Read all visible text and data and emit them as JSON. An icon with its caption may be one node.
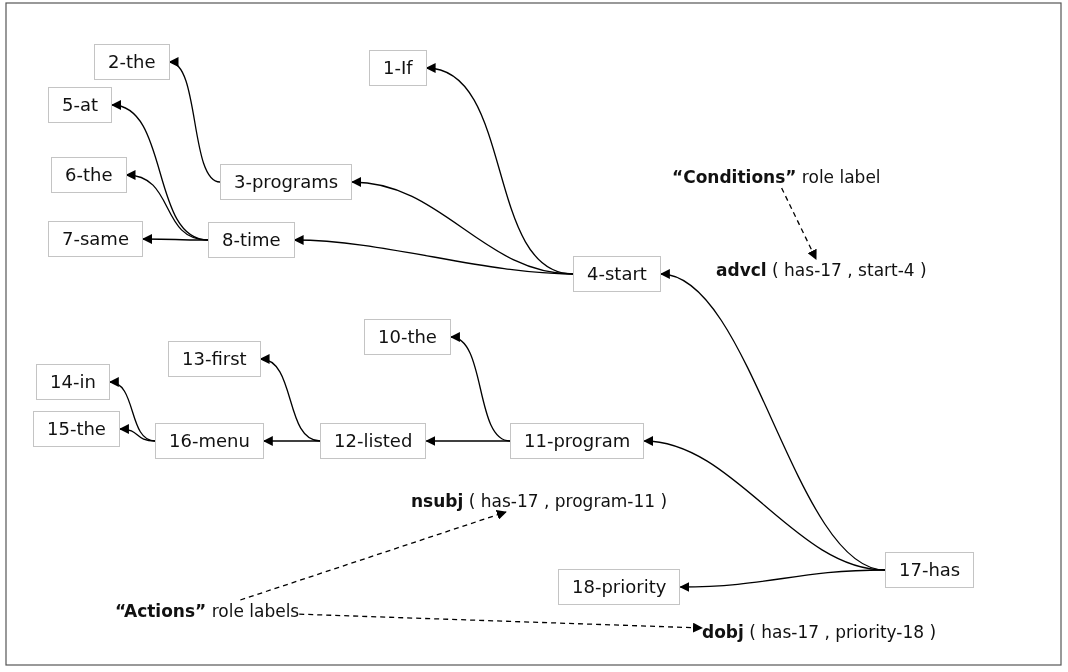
{
  "diagram": {
    "nodes": [
      {
        "text": [
          "2-the"
        ]
      },
      {
        "text": [
          "1-If"
        ]
      },
      {
        "text": [
          "5-at"
        ]
      },
      {
        "text": [
          "6-the"
        ]
      },
      {
        "text": [
          "3-programs"
        ]
      },
      {
        "text": [
          "**“Conditions”**  role label"
        ]
      },
      {
        "text": [
          "7-same"
        ]
      },
      {
        "text": [
          "8-time"
        ]
      },
      {
        "text": [
          "4-start"
        ]
      },
      {
        "text": [
          "**advcl** ( has-17 , start-4 )"
        ]
      },
      {
        "text": [
          "10-the"
        ]
      },
      {
        "text": [
          "13-first"
        ]
      },
      {
        "text": [
          "14-in"
        ]
      },
      {
        "text": [
          "15-the"
        ]
      },
      {
        "text": [
          "16-menu"
        ]
      },
      {
        "text": [
          "12-listed"
        ]
      },
      {
        "text": [
          "11-program"
        ]
      },
      {
        "text": [
          "**nsubj** ( has-17 , program-11 )"
        ]
      },
      {
        "text": [
          "17-has"
        ]
      },
      {
        "text": [
          "18-priority"
        ]
      },
      {
        "text": [
          "**“Actions”**  role labels"
        ]
      },
      {
        "text": [
          "**dobj** ( has-17 , priority-18 )"
        ]
      }
    ],
    "edges": [
      {
        "from": 8,
        "to": 1,
        "arrow": "to"
      },
      {
        "from": 8,
        "to": 4,
        "arrow": "to"
      },
      {
        "from": 8,
        "to": 7,
        "arrow": "to"
      },
      {
        "from": 4,
        "to": 0,
        "arrow": "to"
      },
      {
        "from": 7,
        "to": 2,
        "arrow": "to"
      },
      {
        "from": 7,
        "to": 3,
        "arrow": "to"
      },
      {
        "from": 7,
        "to": 6,
        "arrow": "to"
      },
      {
        "from": 18,
        "to": 8,
        "arrow": "to"
      },
      {
        "from": 18,
        "to": 16,
        "arrow": "to"
      },
      {
        "from": 18,
        "to": 19,
        "arrow": "to"
      },
      {
        "from": 16,
        "to": 10,
        "arrow": "to"
      },
      {
        "from": 16,
        "to": 15,
        "arrow": "to"
      },
      {
        "from": 15,
        "to": 11,
        "arrow": "to"
      },
      {
        "from": 15,
        "to": 14,
        "arrow": "to"
      },
      {
        "from": 14,
        "to": 12,
        "arrow": "to"
      },
      {
        "from": 14,
        "to": 13,
        "arrow": "to"
      },
      {
        "from": 5,
        "to": 9,
        "arrow": "to",
        "style": "dashed"
      },
      {
        "from": 20,
        "to": 17,
        "arrow": "to",
        "style": "dashed"
      },
      {
        "from": 20,
        "to": 21,
        "arrow": "to",
        "style": "dashed"
      }
    ]
  }
}
